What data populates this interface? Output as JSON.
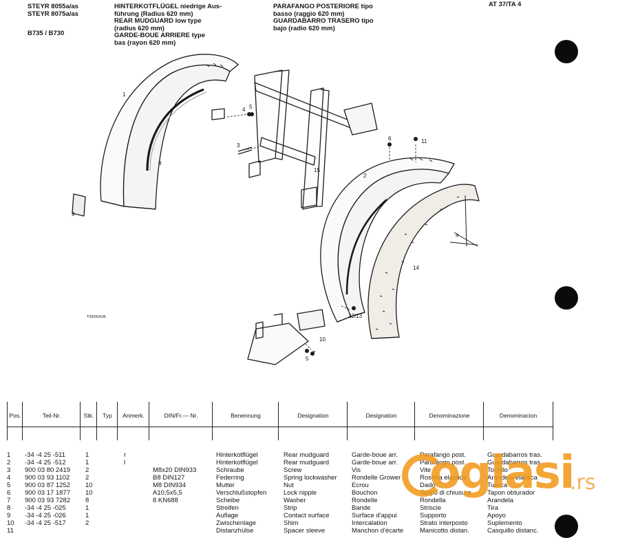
{
  "header": {
    "models": [
      "STEYR 8055a/as",
      "STEYR 8075a/as"
    ],
    "series": "B735 / B730",
    "title_de": [
      "HINTERKOTFLÜGEL niedrige Aus-",
      "führung (Radius 620 mm)"
    ],
    "title_en": [
      "REAR MUDGUARD low type",
      "(radius 620 mm)"
    ],
    "title_fr": [
      "GARDE-BOUE ARRIERE type",
      "bas (rayon 620 mm)"
    ],
    "title_it": [
      "PARAFANGO POSTERIORE tipo",
      "basso (raggio 620 mm)"
    ],
    "title_es": [
      "GUARDABARRO TRASERO tipo",
      "bajo (radio 620 mm)"
    ],
    "page_ref": "AT 37/TA 4"
  },
  "drawing": {
    "code": "T53/05/536",
    "labels": [
      "1",
      "2",
      "3",
      "4",
      "5",
      "6",
      "7",
      "8",
      "9",
      "10",
      "11",
      "12/13",
      "14",
      "15",
      "a",
      "5"
    ]
  },
  "table": {
    "headers": [
      "Pos.",
      "Teil-Nr.",
      "Stk.",
      "Typ",
      "Anmerk.",
      "DIN/Fr.— Nr.",
      "Benennung",
      "Designation",
      "Designation",
      "Denominazione",
      "Denominacion"
    ],
    "rows": [
      [
        "1",
        "-34 -4 25 -511",
        "1",
        "r",
        "",
        "Hinterkotflügel",
        "Rear mudguard",
        "Garde-boue arr.",
        "Parafango post.",
        "Guardabarros tras."
      ],
      [
        "2",
        "-34 -4 25 -512",
        "1",
        "l",
        "",
        "Hinterkotflügel",
        "Rear mudguard",
        "Garde-boue arr.",
        "Parafango post.",
        "Guardabarros tras."
      ],
      [
        "3",
        "900 03 80 2419",
        "2",
        "",
        "M8x20 DIN933",
        "Schraube",
        "Screw",
        "Vis",
        "Vite",
        "Tornillo"
      ],
      [
        "4",
        "900 03 93 1102",
        "2",
        "",
        "B8 DIN127",
        "Federring",
        "Spring lockwasher",
        "Rondelle Grower",
        "Rosetta elastica",
        "Arandela elastica"
      ],
      [
        "5",
        "900 03 87 1252",
        "10",
        "",
        "M8 DIN934",
        "Mutter",
        "Nut",
        "Ecrou",
        "Dado",
        "Tuerca"
      ],
      [
        "6",
        "900 03 17 1877",
        "10",
        "",
        "A10,5x5,5",
        "Verschlußstopfen",
        "Lock nipple",
        "Bouchon",
        "Tappo di chiusura",
        "Tapon obturador"
      ],
      [
        "7",
        "900 03 93 7282",
        "8",
        "",
        "8 KN688",
        "Scheibe",
        "Washer",
        "Rondelle",
        "Rondella",
        "Arandela"
      ],
      [
        "8",
        "-34 -4 25 -025",
        "1",
        "",
        "",
        "Streifen",
        "Strip",
        "Bande",
        "Striscie",
        "Tira"
      ],
      [
        "9",
        "-34 -4 25 -026",
        "1",
        "",
        "",
        "Auflage",
        "Contact surface",
        "Surface d'appui",
        "Supporto",
        "Apoyo"
      ],
      [
        "10",
        "-34 -4 25 -517",
        "2",
        "",
        "",
        "Zwischenlage",
        "Shim",
        "Intercalation",
        "Strato interposto",
        "Suplemento"
      ],
      [
        "11",
        "",
        "",
        "",
        "",
        "Distanzhülse",
        "Spacer sleeve",
        "Manchon d'écarte",
        "Manicotto distan.",
        "Casquillo distanc."
      ]
    ]
  },
  "watermark": {
    "brand": "oglasi",
    "tld": ".rs"
  },
  "colors": {
    "ink": "#151515",
    "watermark": "#f29a1d"
  }
}
